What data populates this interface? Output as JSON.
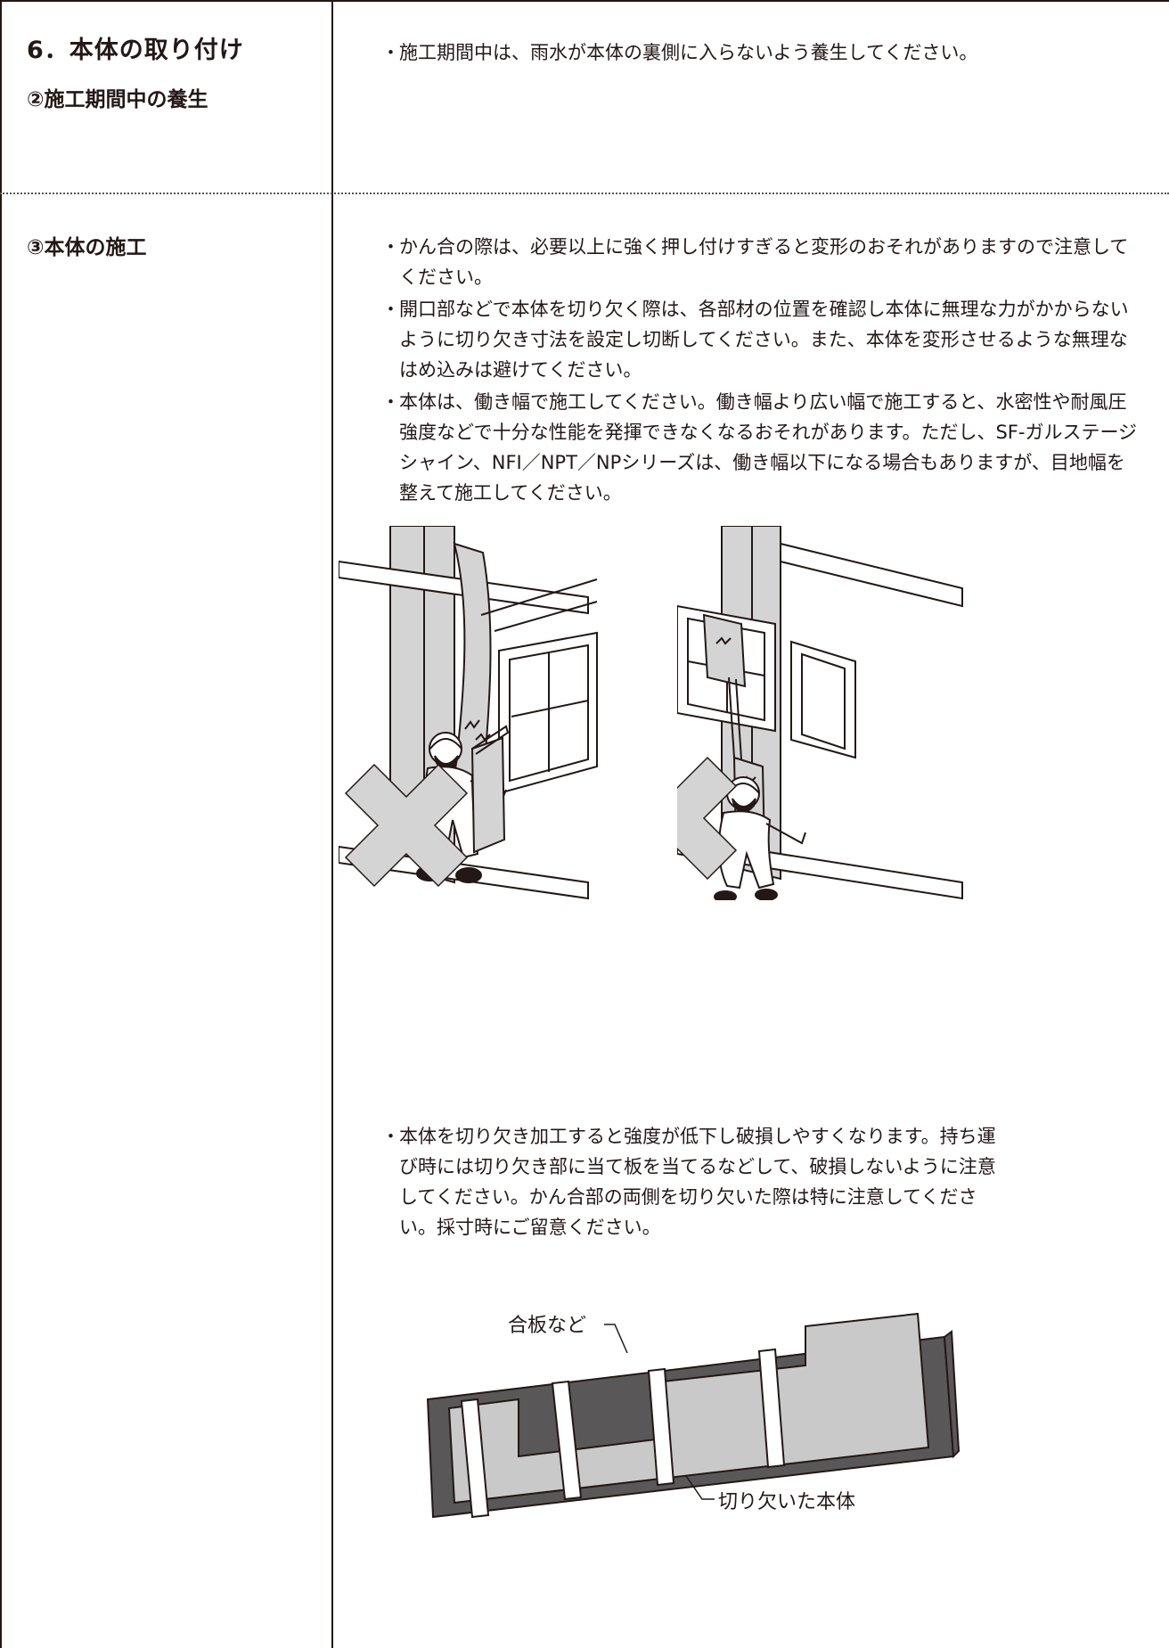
{
  "section": {
    "title": "6．本体の取り付け",
    "sub2": "②施工期間中の養生",
    "sub3": "③本体の施工"
  },
  "bullet_mark": "・",
  "para_protection": "施工期間中は、雨水が本体の裏側に入らないよう養生してください。",
  "bullets_construction": [
    "かん合の際は、必要以上に強く押し付けすぎると変形のおそれがありますので注意してください。",
    "開口部などで本体を切り欠く際は、各部材の位置を確認し本体に無理な力がかからないように切り欠き寸法を設定し切断してください。また、本体を変形させるような無理なはめ込みは避けてください。",
    "本体は、働き幅で施工してください。働き幅より広い幅で施工すると、水密性や耐風圧強度などで十分な性能を発揮できなくなるおそれがあります。ただし、SF-ガルステージシャイン、NFI／NPT／NPシリーズは、働き幅以下になる場合もありますが、目地幅を整えて施工してください。"
  ],
  "bullet_cutout": "本体を切り欠き加工すると強度が低下し破損しやすくなります。持ち運び時には切り欠き部に当て板を当てるなどして、破損しないように注意してください。かん合部の両側を切り欠いた際は特に注意してください。採寸時にご留意ください。",
  "figure_labels": {
    "plywood": "合板など",
    "cut_body": "切り欠いた本体"
  },
  "colors": {
    "ink": "#231815",
    "panel_gray": "#d4d4d4",
    "dark_panel": "#595757",
    "light_panel": "#c9c9c9"
  }
}
